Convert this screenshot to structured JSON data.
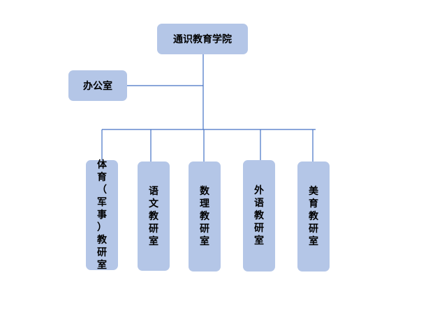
{
  "root": {
    "label": "通识教育学院"
  },
  "office": {
    "label": "办公室"
  },
  "departments": [
    {
      "label": "体育（军事）教研室"
    },
    {
      "label": "语文教研室"
    },
    {
      "label": "数理教研室"
    },
    {
      "label": "外语教研室"
    },
    {
      "label": "美育教研室"
    }
  ],
  "colors": {
    "box_fill": "#b4c6e7",
    "line": "#4472c4"
  }
}
